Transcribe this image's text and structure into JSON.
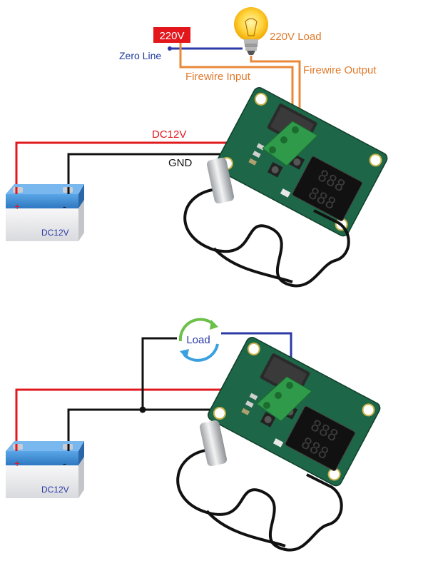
{
  "colors": {
    "red_wire": "#e0191e",
    "black_wire": "#111111",
    "blue_wire": "#2b3aa6",
    "orange_wire": "#e8883a",
    "orange_text": "#e07a2c",
    "blue_text": "#1f3a9e",
    "red_box": "#e3161b",
    "pcb": "#1f6a4a",
    "terminal": "#2f9a4a",
    "battery_top": "#3a86d0",
    "battery_body": "#ececee"
  },
  "top": {
    "v220_label": "220V",
    "zero_line_label": "Zero Line",
    "load_label": "220V Load",
    "firewire_input_label": "Firewire Input",
    "firewire_output_label": "Firewire Output",
    "dc12v_label": "DC12V",
    "gnd_label": "GND",
    "battery_label": "DC12V",
    "battery_plus": "+",
    "battery_minus": "-"
  },
  "bottom": {
    "load_label": "Load",
    "battery_label": "DC12V",
    "battery_plus": "+",
    "battery_minus": "-"
  }
}
